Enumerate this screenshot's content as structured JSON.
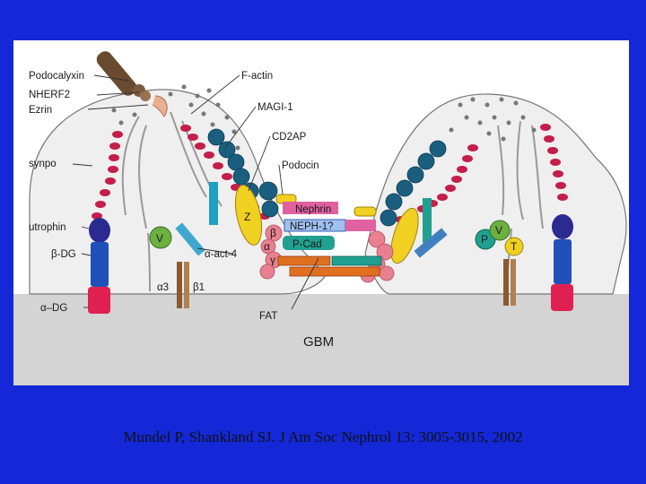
{
  "diagram": {
    "labels": {
      "podocalyxin": "Podocalyxin",
      "nherf2": "NHERF2",
      "ezrin": "Ezrin",
      "synpo": "synpo",
      "utrophin": "utrophin",
      "beta_dg": "β-DG",
      "alpha_dg": "α–DG",
      "alpha3": "α3",
      "beta1": "β1",
      "f_actin": "F-actin",
      "magi1": "MAGI-1",
      "cd2ap": "CD2AP",
      "podocin": "Podocin",
      "nephrin": "Nephrin",
      "neph1": "NEPH-1?",
      "pcad": "P-Cad",
      "alpha_act4": "α-act-4",
      "fat": "FAT",
      "gbm": "GBM",
      "z": "Z",
      "v": "V",
      "p": "P",
      "t": "T",
      "beta": "β",
      "alpha": "α",
      "gamma": "γ"
    },
    "colors": {
      "gbm": "#d4d4d4",
      "podocyte": "#efefef",
      "actin_bead": "#c41e4a",
      "dot": "#666666",
      "utrophin": "#2a2a90",
      "dystroglycan_beta": "#2050b8",
      "dystroglycan_alpha": "#e02050",
      "cd2ap": "#1a5f80",
      "zo1": "#f0d020",
      "alpha_actinin": "#20a0c0",
      "green_protein": "#6cb040",
      "teal_protein": "#20a090",
      "pink_catenin": "#e88090",
      "magenta_nephrin": "#e060a0",
      "fat": "#e07020",
      "integrin": "#8a5a30",
      "podocalyxin": "#6a4a30"
    }
  },
  "citation": "Mundel P, Shankland SJ. J Am Soc Nephrol 13: 3005-3015, 2002"
}
